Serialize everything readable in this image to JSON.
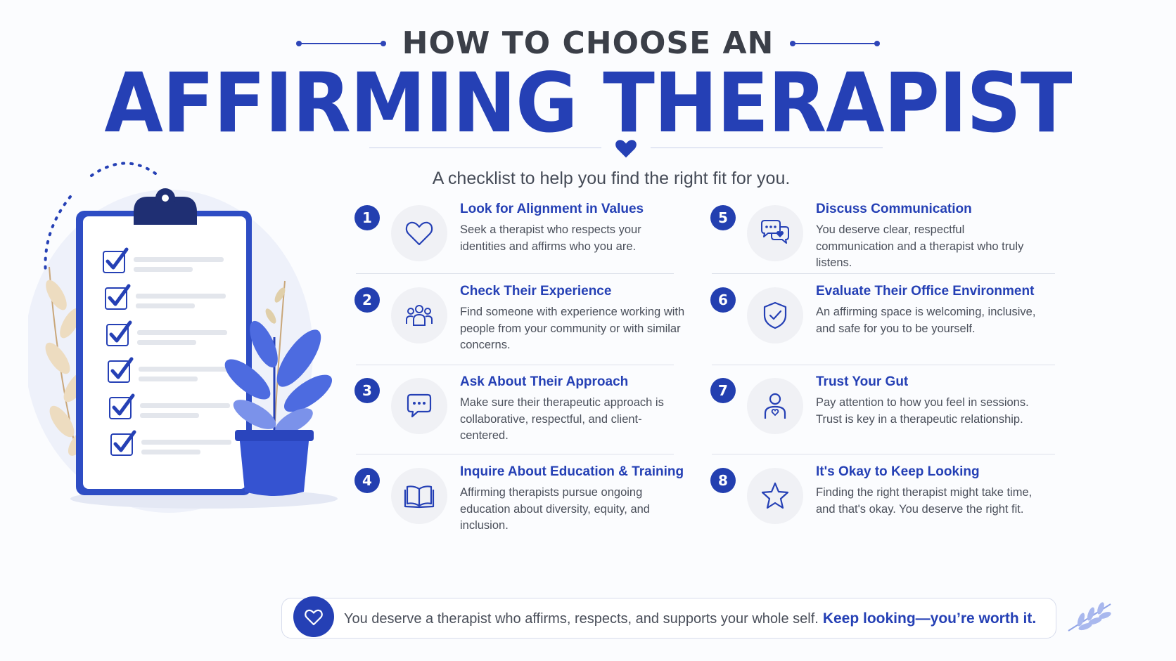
{
  "header": {
    "kicker": "HOW TO CHOOSE AN",
    "title": "AFFIRMING THERAPIST",
    "subtitle": "A checklist to help you find the right fit for you."
  },
  "items": [
    {
      "number": "1",
      "icon": "heart-icon",
      "title": "Look for Alignment in Values",
      "desc": "Seek a therapist who respects your identities and affirms who you are."
    },
    {
      "number": "2",
      "icon": "group-icon",
      "title": "Check Their Experience",
      "desc": "Find someone with experience working with people from your community or with similar concerns."
    },
    {
      "number": "3",
      "icon": "chat-bubble-icon",
      "title": "Ask About Their Approach",
      "desc": "Make sure their therapeutic approach is collaborative, respectful, and client-centered."
    },
    {
      "number": "4",
      "icon": "book-icon",
      "title": "Inquire About Education & Training",
      "desc": "Affirming therapists pursue ongoing education about diversity, equity, and inclusion."
    },
    {
      "number": "5",
      "icon": "conversation-icon",
      "title": "Discuss Communication",
      "desc": "You deserve clear, respectful communication and a therapist who truly listens."
    },
    {
      "number": "6",
      "icon": "shield-check-icon",
      "title": "Evaluate Their Office Environment",
      "desc": "An affirming space is welcoming, inclusive, and safe for you to be yourself."
    },
    {
      "number": "7",
      "icon": "person-heart-icon",
      "title": "Trust Your Gut",
      "desc": "Pay attention to how you feel in sessions. Trust is key in a therapeutic relationship."
    },
    {
      "number": "8",
      "icon": "star-icon",
      "title": "It's Okay to Keep Looking",
      "desc": "Finding the right therapist might take time, and that's okay. You deserve the right fit."
    }
  ],
  "footer": {
    "text": "You deserve a therapist who affirms, respects, and supports your whole self.",
    "emphasis": "Keep looking—you’re worth it."
  },
  "colors": {
    "accent": "#2540b5",
    "background": "#fbfcfe",
    "text": "#4a4f5a"
  }
}
